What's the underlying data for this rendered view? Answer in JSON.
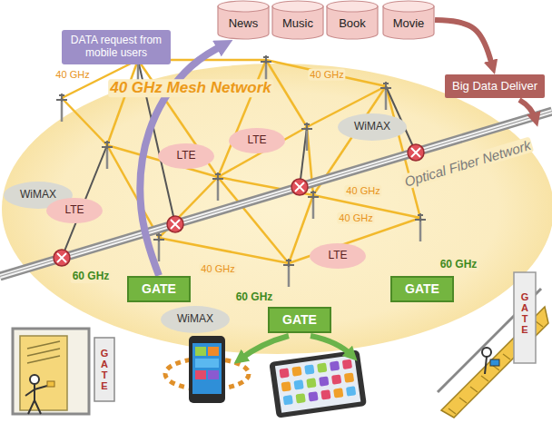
{
  "diagram": {
    "nodes": [
      {
        "text": [
          "News"
        ]
      },
      {
        "text": [
          "Music"
        ]
      },
      {
        "text": [
          "Book"
        ]
      },
      {
        "text": [
          "Movie"
        ]
      },
      {
        "text": [
          "DATA request from mobile users"
        ]
      },
      {
        "text": [
          "Big Data Deliver"
        ]
      },
      {
        "text": [
          "WiMAX"
        ]
      },
      {
        "text": [
          "LTE"
        ]
      },
      {
        "text": [
          "LTE"
        ]
      },
      {
        "text": [
          "WiMAX"
        ]
      },
      {
        "text": [
          "LTE"
        ]
      },
      {
        "text": [
          "LTE"
        ]
      },
      {
        "text": [
          "GATE"
        ]
      },
      {
        "text": [
          "GATE"
        ]
      },
      {
        "text": [
          "WiMAX"
        ]
      },
      {
        "text": [
          "GATE"
        ]
      }
    ],
    "edges": [
      {
        "from": 12,
        "to": 0,
        "arrow": "to"
      },
      {
        "from": 3,
        "to": 5,
        "arrow": "to"
      }
    ],
    "labels": [
      "40 GHz",
      "40 GHz",
      "40 GHz Mesh Network",
      "Optical Fiber Network",
      "40 GHz",
      "40 GHz",
      "60 GHz",
      "60 GHz",
      "40 GHz",
      "GATE",
      "60 GHz",
      "GATE"
    ]
  }
}
